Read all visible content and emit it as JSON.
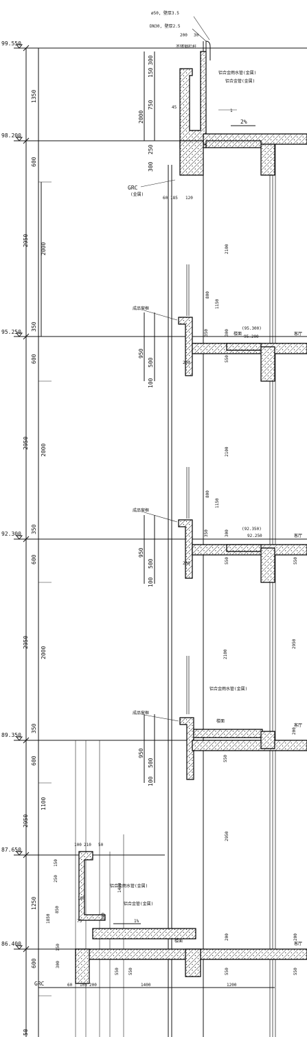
{
  "title_notes": {
    "pipe_spec": "ø50, 壁厚3.5",
    "pipe_spec2": "DN30, 壁厚2.5",
    "pipe_note": "不锈钢栏杆"
  },
  "elevations": [
    {
      "label": "99.550"
    },
    {
      "label": "98.200"
    },
    {
      "label": "95.250"
    },
    {
      "label": "92.300"
    },
    {
      "label": "89.350"
    },
    {
      "label": "87.650"
    },
    {
      "label": "86.400"
    }
  ],
  "left_dims": [
    "1350",
    "600",
    "2950",
    "350",
    "600",
    "2950",
    "350",
    "600",
    "2950",
    "350",
    "600",
    "2950",
    "1250",
    "600",
    "50"
  ],
  "inner_dims": [
    "300",
    "150",
    "750",
    "250",
    "300",
    "2000",
    "950",
    "500",
    "100",
    "2000",
    "950",
    "500",
    "100",
    "2000",
    "950",
    "500",
    "100",
    "1100",
    "850",
    "1850",
    "150",
    "300",
    "100"
  ],
  "window_dims": [
    "800",
    "1150",
    "2100",
    "550",
    "300",
    "350",
    "200"
  ],
  "labels": {
    "grc_top": "GRC",
    "grc_top_sub": "(金属)",
    "grc_bottom": "GRC",
    "floor_label": "楼面",
    "slope_2": "2%",
    "slope_1": "1%",
    "section_mark": "1",
    "lvl_95300": "(95.300)",
    "lvl_95200": "95.200",
    "lvl_92350": "(92.350)",
    "lvl_92250": "92.250",
    "room_label": "客厅",
    "frame_label": "成品窗框",
    "drain_note": "铝合金雨水管(金属)",
    "drain_note2": "铝合金管(金属)"
  },
  "bottom_dims": [
    "60",
    "105",
    "200",
    "1400",
    "1200"
  ],
  "top_dims": [
    "200",
    "30",
    "60",
    "185",
    "120",
    "45"
  ],
  "step_dims": [
    "100",
    "210",
    "50",
    "150",
    "250",
    "180",
    "1400",
    "300",
    "75"
  ],
  "colors": {
    "line": "#111111",
    "background": "#ffffff"
  }
}
